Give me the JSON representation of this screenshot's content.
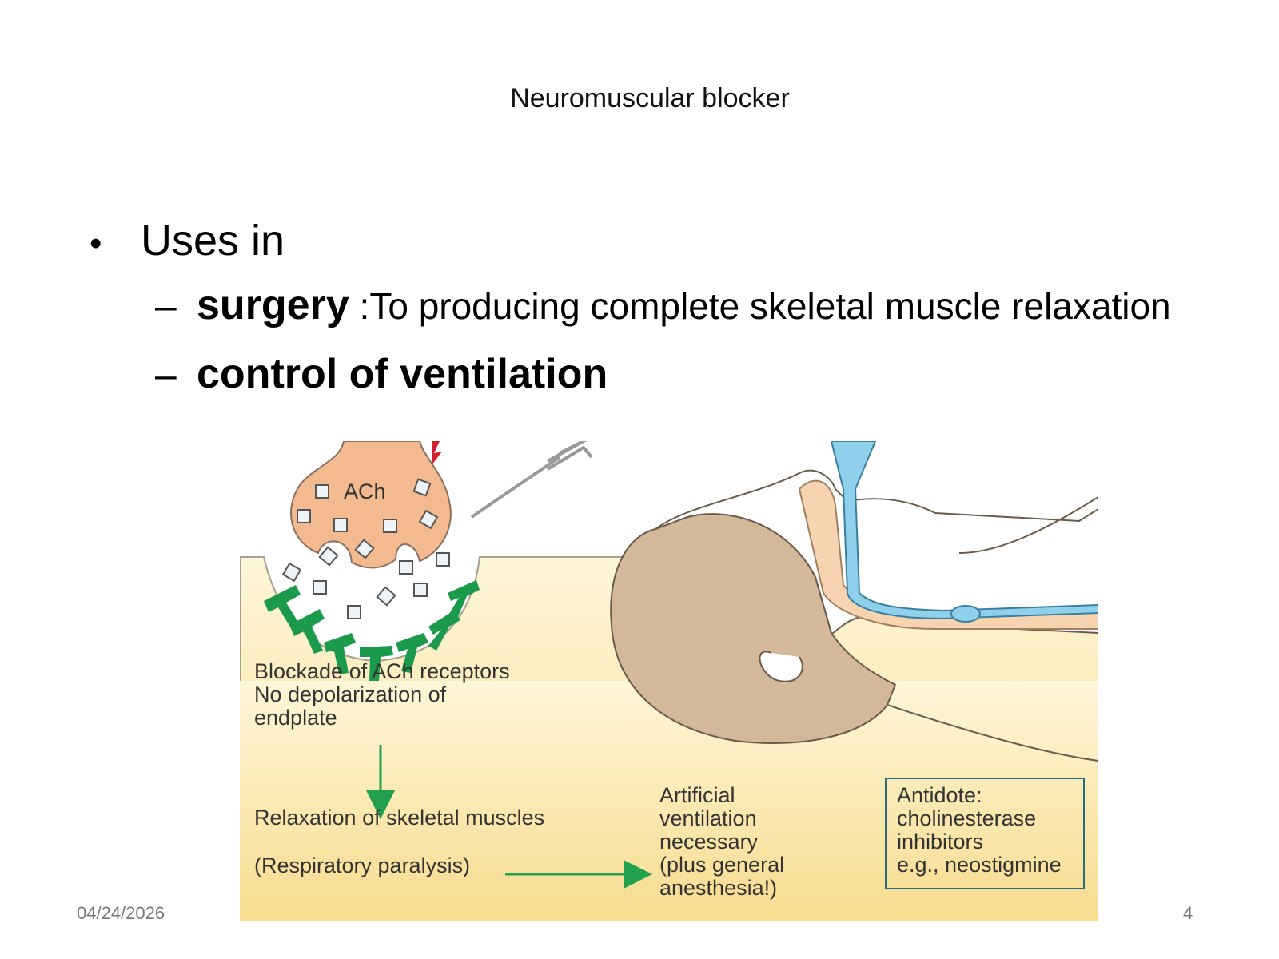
{
  "slide": {
    "title": "Neuromuscular blocker",
    "bullet_1": "Uses in",
    "sub_1_term": "surgery",
    "sub_1_desc": " :To producing complete skeletal muscle relaxation",
    "sub_2_term": "control of ventilation",
    "date": "04/24/2026",
    "page_number": "4"
  },
  "figure": {
    "ach_label": "ACh",
    "blockade_lines": [
      "Blockade of ACh receptors",
      "No depolarization of",
      "endplate"
    ],
    "relaxation": "Relaxation of skeletal muscles",
    "respiratory": "(Respiratory paralysis)",
    "ventilation_lines": [
      "Artificial",
      "ventilation",
      "necessary",
      "(plus general",
      "anesthesia!)"
    ],
    "antidote_lines": [
      "Antidote:",
      "cholinesterase",
      "inhibitors",
      "e.g., neostigmine"
    ],
    "colors": {
      "background_top": "#fdf6d8",
      "background_bottom": "#f7dc8e",
      "nerve_terminal": "#f3b98f",
      "receptor": "#1a9a4a",
      "arrow": "#22a04e",
      "tube": "#8fd0ea",
      "head": "#d4b89a"
    }
  }
}
